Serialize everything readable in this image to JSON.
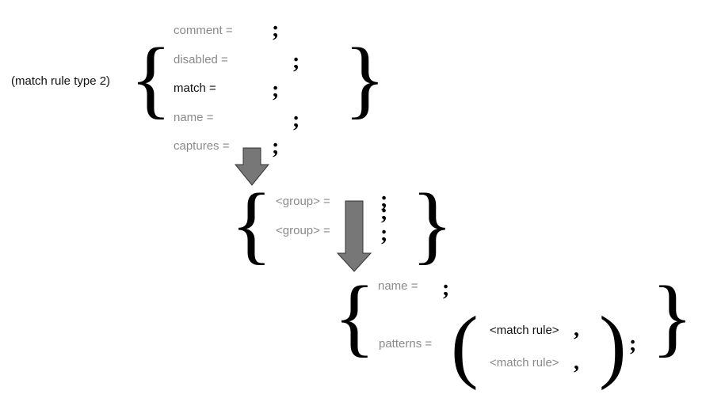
{
  "rule_type_label": "(match rule type 2)",
  "top_block": {
    "fields": [
      {
        "key": "comment",
        "label": "comment ="
      },
      {
        "key": "disabled",
        "label": "disabled ="
      },
      {
        "key": "match",
        "label": "match ="
      },
      {
        "key": "name",
        "label": "name ="
      },
      {
        "key": "captures",
        "label": "captures ="
      }
    ],
    "terminator": ";"
  },
  "captures_block": {
    "fields": [
      {
        "key": "group_1",
        "label": "<group> ="
      },
      {
        "key": "group_2",
        "label": "<group> ="
      }
    ],
    "terminator": ";"
  },
  "group_block": {
    "fields": [
      {
        "key": "name",
        "label": "name ="
      },
      {
        "key": "patterns",
        "label": "patterns ="
      }
    ],
    "patterns_list": {
      "items": [
        "<match rule>",
        "<match rule>"
      ],
      "separator": ","
    },
    "terminator": ";"
  },
  "symbols": {
    "open_brace": "{",
    "close_brace": "}",
    "open_paren": "(",
    "close_paren": ")"
  },
  "colors": {
    "primary_text": "#111111",
    "secondary_text": "#8a8a8a",
    "arrow_fill": "#777777",
    "arrow_stroke": "#333333"
  }
}
